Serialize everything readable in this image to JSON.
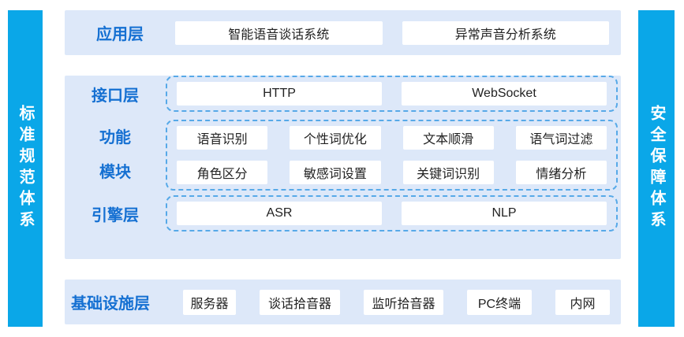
{
  "pillars": {
    "left": "标准规范体系",
    "right": "安全保障体系"
  },
  "app_layer": {
    "label": "应用层",
    "boxes": [
      "智能语音谈话系统",
      "异常声音分析系统"
    ]
  },
  "interface_layer": {
    "label": "接口层",
    "boxes": [
      "HTTP",
      "WebSocket"
    ]
  },
  "function_module": {
    "label_line1": "功能",
    "label_line2": "模块",
    "rows": [
      [
        "语音识别",
        "个性词优化",
        "文本顺滑",
        "语气词过滤"
      ],
      [
        "角色区分",
        "敏感词设置",
        "关键词识别",
        "情绪分析"
      ]
    ]
  },
  "engine_layer": {
    "label": "引擎层",
    "boxes": [
      "ASR",
      "NLP"
    ]
  },
  "infrastructure_layer": {
    "label": "基础设施层",
    "boxes": [
      "服务器",
      "谈话拾音器",
      "监听拾音器",
      "PC终端",
      "内网"
    ]
  },
  "colors": {
    "pillar_blue": "#0aa7e8",
    "panel_bg": "#dde8f9",
    "label_blue": "#1570d2",
    "dashed_border": "#57a9e8",
    "box_text": "#222222"
  }
}
